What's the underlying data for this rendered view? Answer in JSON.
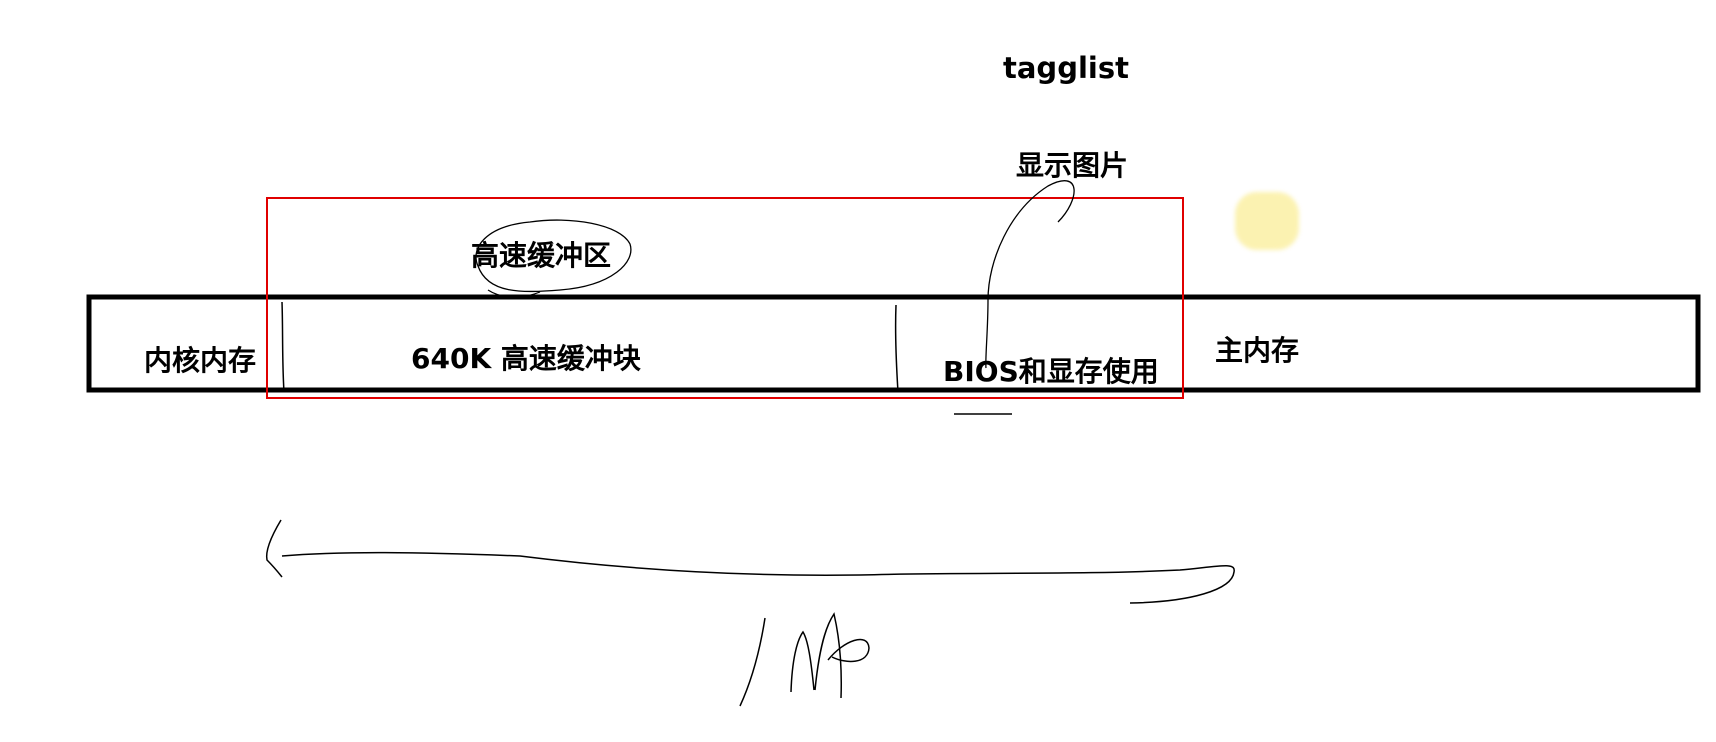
{
  "diagram": {
    "title": "tagglist",
    "display_image": "显示图片",
    "buffer_area": "高速缓冲区",
    "kernel_memory": "内核内存",
    "buffer_block": "640K  高速缓冲块",
    "bios_video": "BIOS和显存使用",
    "main_memory": "主内存",
    "handwriting": "1M",
    "colors": {
      "ink": "#000000",
      "frame": "#e00000",
      "highlight": "#fbf0a4"
    }
  }
}
